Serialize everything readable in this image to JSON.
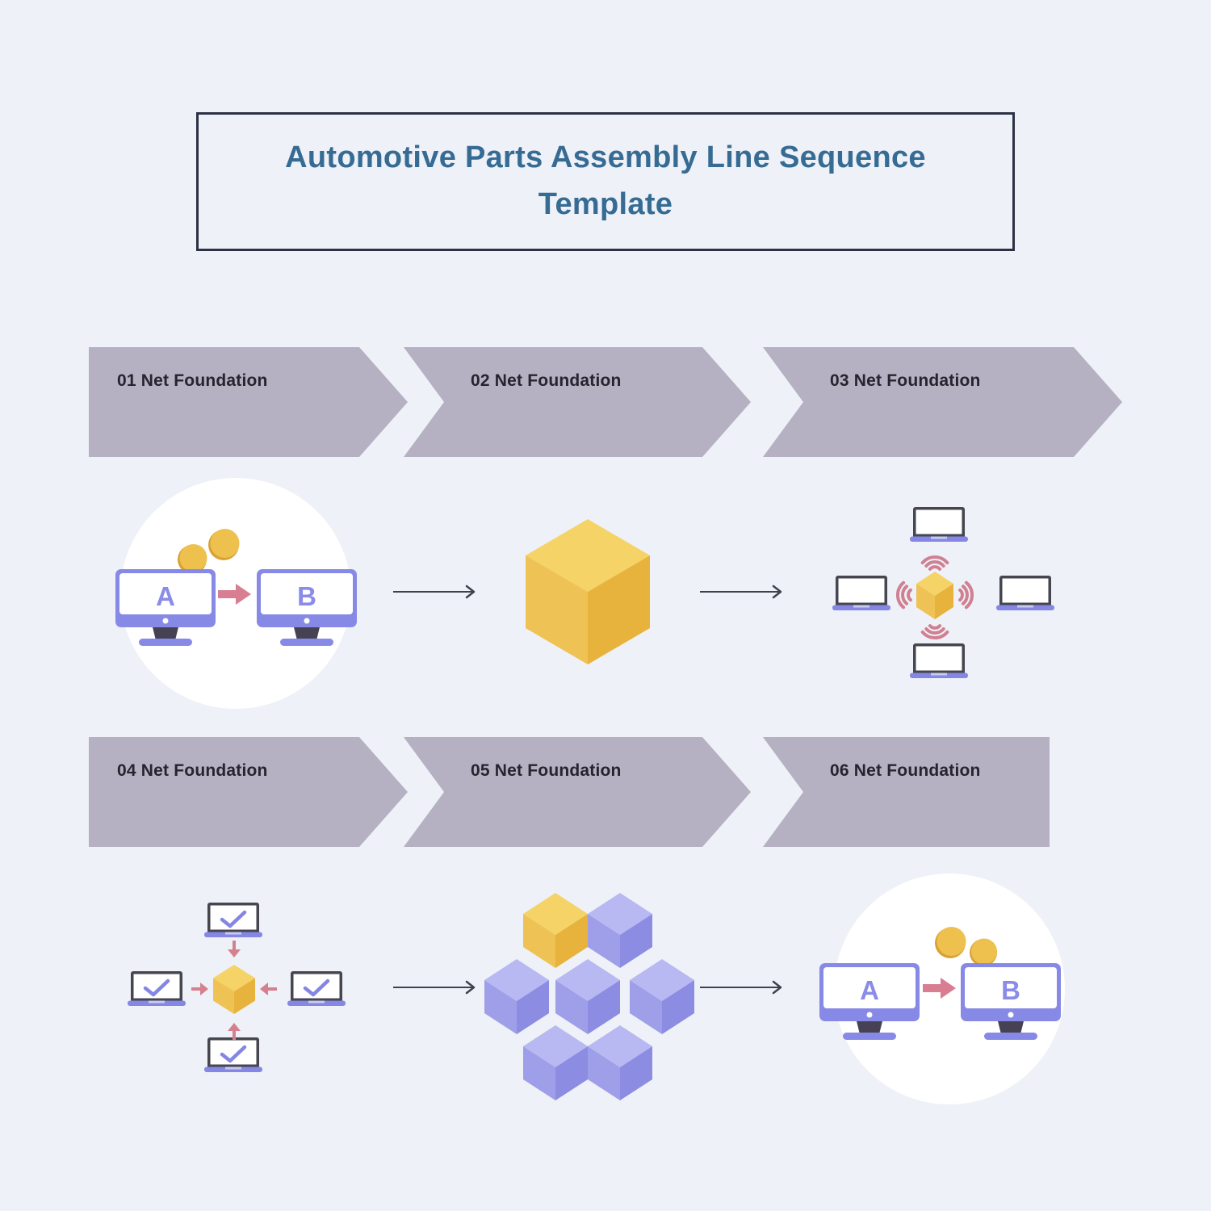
{
  "title": {
    "text": "Automotive Parts Assembly Line Sequence Template"
  },
  "sequence": {
    "steps": [
      {
        "label": "01 Net Foundation"
      },
      {
        "label": "02 Net Foundation"
      },
      {
        "label": "03 Net Foundation"
      },
      {
        "label": "04 Net Foundation"
      },
      {
        "label": "05 Net Foundation"
      },
      {
        "label": "06 Net Foundation"
      }
    ]
  },
  "monitors": {
    "a": "A",
    "b": "B"
  },
  "icons": {
    "desktop-monitor-icon": "flat desktop monitor with purple frame and stand",
    "laptop-icon": "flat laptop with dark bezel and purple base",
    "cube-icon": "isometric yellow cube",
    "cube-stack-icon": "cluster of isometric purple cubes with one yellow cube",
    "coin-icon": "gold coin circle",
    "wifi-signal-icon": "three pink concentric arcs",
    "check-icon": "purple checkmark on laptop screen",
    "transfer-arrow-icon": "pink block arrow",
    "flow-arrow-icon": "thin dark line arrow with chevron head"
  },
  "colors": {
    "background": "#eef1f7",
    "banner": "#b5b0c2",
    "banner_text": "#26242e",
    "title_text": "#366b94",
    "title_border": "#2c3245",
    "connector_arrow": "#3f424d",
    "monitor_purple": "#8789e6",
    "laptop_bezel": "#45464f",
    "accent_pink": "#d97e92",
    "wifi_pink": "#d08093",
    "coin_gold": "#eec14f",
    "cube_yellow": "#eec254",
    "cube_purple": "#9f9fe9",
    "circle_white": "#ffffff"
  }
}
